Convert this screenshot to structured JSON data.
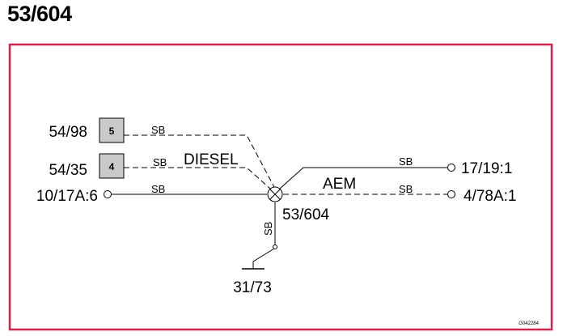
{
  "title": "53/604",
  "frame_color": "#d2234a",
  "box_fill": "#c9c9c9",
  "connectors": {
    "left_top": "54/98",
    "left_mid": "54/35",
    "left_bottom": "10/17A:6",
    "right_top": "17/19:1",
    "right_bottom": "4/78A:1",
    "center": "53/604",
    "ground": "31/73"
  },
  "boxes": {
    "top": "5",
    "bottom": "4"
  },
  "wire_labels": {
    "top_left": "SB",
    "mid_left": "SB",
    "bottom_left": "SB",
    "top_right": "SB",
    "bottom_right": "SB",
    "vertical": "SB"
  },
  "variants": {
    "diesel": "DIESEL",
    "aem": "AEM"
  },
  "figure_code": "G042284"
}
